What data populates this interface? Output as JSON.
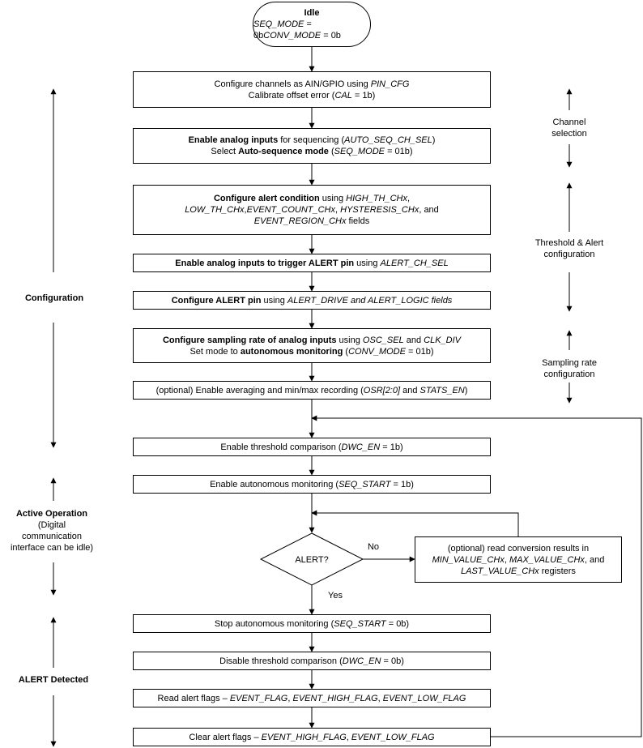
{
  "idle": {
    "title": "Idle",
    "lines": [
      [
        {
          "t": "SEQ_MODE",
          "s": "i"
        },
        {
          "t": " = 0b",
          "s": ""
        }
      ],
      [
        {
          "t": "CONV_MODE",
          "s": "i"
        },
        {
          "t": " = 0b",
          "s": ""
        }
      ]
    ]
  },
  "steps": [
    {
      "lines": [
        [
          {
            "t": "Configure channels as AIN/GPIO using ",
            "s": ""
          },
          {
            "t": "PIN_CFG",
            "s": "i"
          }
        ],
        [
          {
            "t": "Calibrate offset error (",
            "s": ""
          },
          {
            "t": "CAL",
            "s": "i"
          },
          {
            "t": " = 1b)",
            "s": ""
          }
        ]
      ]
    },
    {
      "lines": [
        [
          {
            "t": "Enable analog inputs",
            "s": "b"
          },
          {
            "t": " for sequencing (",
            "s": ""
          },
          {
            "t": "AUTO_SEQ_CH_SEL",
            "s": "i"
          },
          {
            "t": ")",
            "s": ""
          }
        ],
        [
          {
            "t": "Select ",
            "s": ""
          },
          {
            "t": "Auto-sequence mode",
            "s": "b"
          },
          {
            "t": " (",
            "s": ""
          },
          {
            "t": "SEQ_MODE",
            "s": "i"
          },
          {
            "t": " = 01b)",
            "s": ""
          }
        ]
      ]
    },
    {
      "lines": [
        [
          {
            "t": "Configure alert condition",
            "s": "b"
          },
          {
            "t": " using ",
            "s": ""
          },
          {
            "t": "HIGH_TH_CHx",
            "s": "i"
          },
          {
            "t": ",",
            "s": ""
          }
        ],
        [
          {
            "t": "LOW_TH_CHx",
            "s": "i"
          },
          {
            "t": ",",
            "s": ""
          },
          {
            "t": "EVENT_COUNT_CHx",
            "s": "i"
          },
          {
            "t": ", ",
            "s": ""
          },
          {
            "t": "HYSTERESIS_CHx",
            "s": "i"
          },
          {
            "t": ", and",
            "s": ""
          }
        ],
        [
          {
            "t": "EVENT_REGION_CHx",
            "s": "i"
          },
          {
            "t": " fields",
            "s": ""
          }
        ]
      ]
    },
    {
      "lines": [
        [
          {
            "t": "Enable analog inputs to trigger ALERT pin",
            "s": "b"
          },
          {
            "t": " using ",
            "s": ""
          },
          {
            "t": "ALERT_CH_SEL",
            "s": "i"
          }
        ]
      ]
    },
    {
      "lines": [
        [
          {
            "t": "Configure ALERT pin",
            "s": "b"
          },
          {
            "t": " using ",
            "s": ""
          },
          {
            "t": "ALERT_DRIVE and ALERT_LOGIC fields",
            "s": "i"
          }
        ]
      ]
    },
    {
      "lines": [
        [
          {
            "t": "Configure sampling rate of analog inputs",
            "s": "b"
          },
          {
            "t": " using ",
            "s": ""
          },
          {
            "t": "OSC_SEL",
            "s": "i"
          },
          {
            "t": " and ",
            "s": ""
          },
          {
            "t": "CLK_DIV",
            "s": "i"
          }
        ],
        [
          {
            "t": "Set mode to ",
            "s": ""
          },
          {
            "t": "autonomous monitoring",
            "s": "b"
          },
          {
            "t": " (",
            "s": ""
          },
          {
            "t": "CONV_MODE",
            "s": "i"
          },
          {
            "t": " = 01b)",
            "s": ""
          }
        ]
      ]
    },
    {
      "lines": [
        [
          {
            "t": "(optional) Enable averaging and min/max recording (",
            "s": ""
          },
          {
            "t": "OSR[2:0]",
            "s": "i"
          },
          {
            "t": " and ",
            "s": ""
          },
          {
            "t": "STATS_EN",
            "s": "i"
          },
          {
            "t": ")",
            "s": ""
          }
        ]
      ]
    },
    {
      "lines": [
        [
          {
            "t": "Enable threshold comparison (",
            "s": ""
          },
          {
            "t": "DWC_EN",
            "s": "i"
          },
          {
            "t": " = 1b)",
            "s": ""
          }
        ]
      ]
    },
    {
      "lines": [
        [
          {
            "t": "Enable autonomous monitoring (",
            "s": ""
          },
          {
            "t": "SEQ_START",
            "s": "i"
          },
          {
            "t": " = 1b)",
            "s": ""
          }
        ]
      ]
    },
    {
      "lines": [
        [
          {
            "t": "Stop autonomous monitoring (",
            "s": ""
          },
          {
            "t": "SEQ_START",
            "s": "i"
          },
          {
            "t": " = 0b)",
            "s": ""
          }
        ]
      ]
    },
    {
      "lines": [
        [
          {
            "t": "Disable threshold comparison (",
            "s": ""
          },
          {
            "t": "DWC_EN",
            "s": "i"
          },
          {
            "t": " = 0b)",
            "s": ""
          }
        ]
      ]
    },
    {
      "lines": [
        [
          {
            "t": "Read alert flags – ",
            "s": ""
          },
          {
            "t": "EVENT_FLAG",
            "s": "i"
          },
          {
            "t": ", ",
            "s": ""
          },
          {
            "t": "EVENT_HIGH_FLAG",
            "s": "i"
          },
          {
            "t": ", ",
            "s": ""
          },
          {
            "t": "EVENT_LOW_FLAG",
            "s": "i"
          }
        ]
      ]
    },
    {
      "lines": [
        [
          {
            "t": "Clear alert flags – ",
            "s": ""
          },
          {
            "t": "EVENT_HIGH_FLAG",
            "s": "i"
          },
          {
            "t": ", ",
            "s": ""
          },
          {
            "t": "EVENT_LOW_FLAG",
            "s": "i"
          }
        ]
      ]
    }
  ],
  "decision": {
    "label": "ALERT?",
    "no_label": "No",
    "yes_label": "Yes"
  },
  "optional_read": {
    "lines": [
      [
        {
          "t": "(optional) read conversion results in",
          "s": ""
        }
      ],
      [
        {
          "t": "MIN_VALUE_CHx",
          "s": "i"
        },
        {
          "t": ", ",
          "s": ""
        },
        {
          "t": "MAX_VALUE_CHx",
          "s": "i"
        },
        {
          "t": ", and",
          "s": ""
        }
      ],
      [
        {
          "t": "LAST_VALUE_CHx",
          "s": "i"
        },
        {
          "t": " registers",
          "s": ""
        }
      ]
    ]
  },
  "phases": {
    "configuration": "Configuration",
    "active_title": "Active Operation",
    "active_sub": [
      "(Digital",
      "communication",
      "interface can be idle)"
    ],
    "alert_detected": "ALERT Detected"
  },
  "groups": {
    "channel_selection": [
      "Channel",
      "selection"
    ],
    "threshold_alert": [
      "Threshold & Alert",
      "configuration"
    ],
    "sampling_rate": [
      "Sampling rate",
      "configuration"
    ]
  }
}
